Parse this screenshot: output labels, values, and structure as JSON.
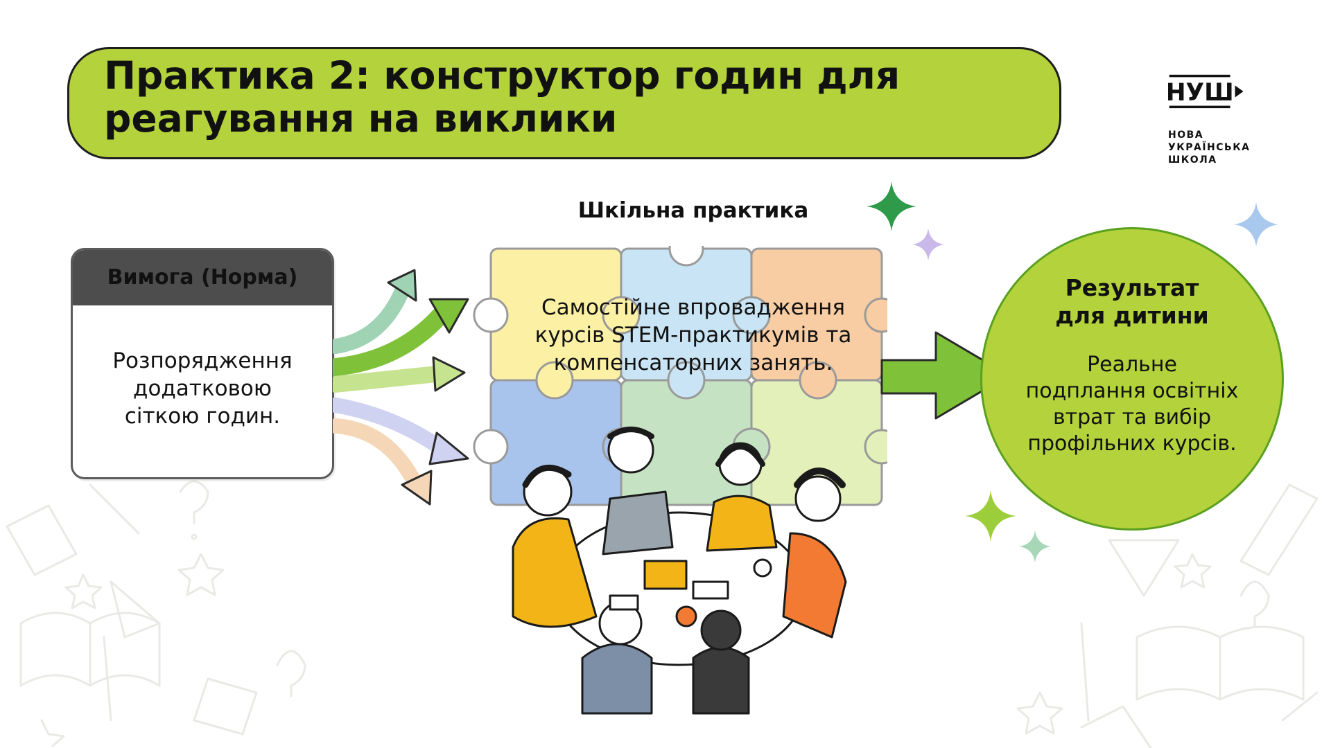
{
  "title": {
    "line1": "Практика 2: конструктор годин для",
    "line2": "реагування на виклики"
  },
  "logo": {
    "mark": "НУШ",
    "sub_line1": "НОВА",
    "sub_line2": "УКРАЇНСЬКА",
    "sub_line3": "ШКОЛА"
  },
  "requirement": {
    "header": "Вимога (Норма)",
    "line1": "Розпорядження",
    "line2": "додатковою",
    "line3": "сіткою годин."
  },
  "practice": {
    "label": "Шкільна практика",
    "line1": "Самостійне впровадження",
    "line2": "курсів STEM-практикумів та",
    "line3": "компенсаторних занять."
  },
  "result": {
    "title_line1": "Результат",
    "title_line2": "для дитини",
    "line1": "Реальне",
    "line2": "подплання освітніх",
    "line3": "втрат та вибір",
    "line4": "профільних курсів."
  },
  "colors": {
    "accent_green": "#b3d23b",
    "card_header": "#4d4d4d",
    "puzzle_yellow": "#fbf0a4",
    "puzzle_blue": "#c9e4f4",
    "puzzle_orange": "#f9cda3",
    "puzzle_cornflower": "#a9c4ec",
    "puzzle_green": "#c5e3c2",
    "puzzle_lime": "#e3f0b9"
  },
  "icons": [
    "sparkle-icon",
    "arrow-icon",
    "puzzle-icon",
    "logo-arrow-icon"
  ]
}
